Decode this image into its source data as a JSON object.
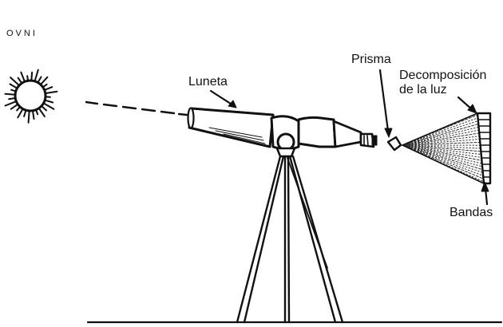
{
  "labels": {
    "ovni": "OVNI",
    "luneta": "Luneta",
    "prisma": "Prisma",
    "decomposition_line1": "Decomposición",
    "decomposition_line2": "de la luz",
    "bandas": "Bandas"
  },
  "colors": {
    "ink": "#111111",
    "background": "#ffffff"
  }
}
